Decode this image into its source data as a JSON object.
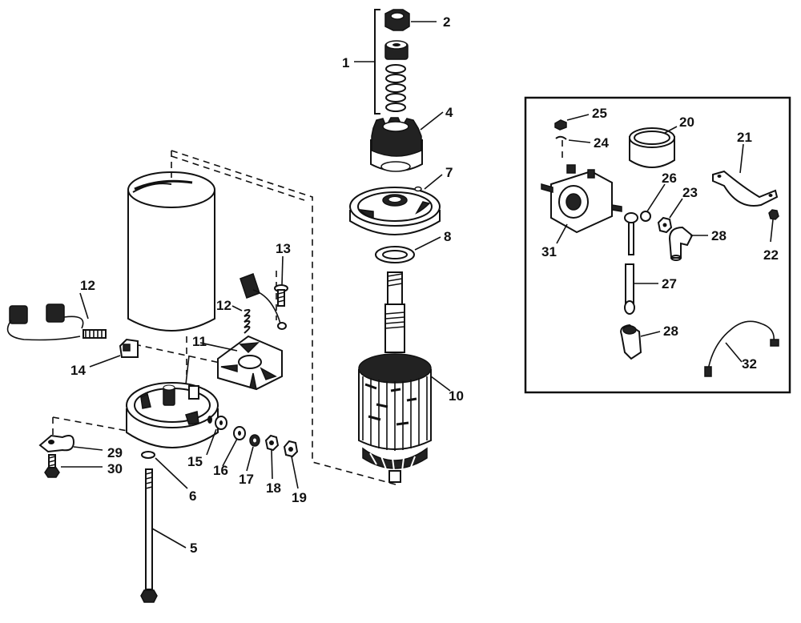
{
  "figure": {
    "callouts": [
      {
        "id": "c1",
        "text": "1"
      },
      {
        "id": "c2",
        "text": "2"
      },
      {
        "id": "c4",
        "text": "4"
      },
      {
        "id": "c7",
        "text": "7"
      },
      {
        "id": "c8",
        "text": "8"
      },
      {
        "id": "c10",
        "text": "10"
      },
      {
        "id": "c5",
        "text": "5"
      },
      {
        "id": "c6",
        "text": "6"
      },
      {
        "id": "c11",
        "text": "11"
      },
      {
        "id": "c12a",
        "text": "12"
      },
      {
        "id": "c12b",
        "text": "12"
      },
      {
        "id": "c13",
        "text": "13"
      },
      {
        "id": "c14",
        "text": "14"
      },
      {
        "id": "c15",
        "text": "15"
      },
      {
        "id": "c16",
        "text": "16"
      },
      {
        "id": "c17",
        "text": "17"
      },
      {
        "id": "c18",
        "text": "18"
      },
      {
        "id": "c19",
        "text": "19"
      },
      {
        "id": "c29",
        "text": "29"
      },
      {
        "id": "c30",
        "text": "30"
      }
    ],
    "inset_callouts": [
      {
        "id": "c25",
        "text": "25"
      },
      {
        "id": "c24",
        "text": "24"
      },
      {
        "id": "c20",
        "text": "20"
      },
      {
        "id": "c21",
        "text": "21"
      },
      {
        "id": "c26",
        "text": "26"
      },
      {
        "id": "c23",
        "text": "23"
      },
      {
        "id": "c31",
        "text": "31"
      },
      {
        "id": "c28a",
        "text": "28"
      },
      {
        "id": "c22",
        "text": "22"
      },
      {
        "id": "c27",
        "text": "27"
      },
      {
        "id": "c28b",
        "text": "28"
      },
      {
        "id": "c32",
        "text": "32"
      }
    ]
  }
}
